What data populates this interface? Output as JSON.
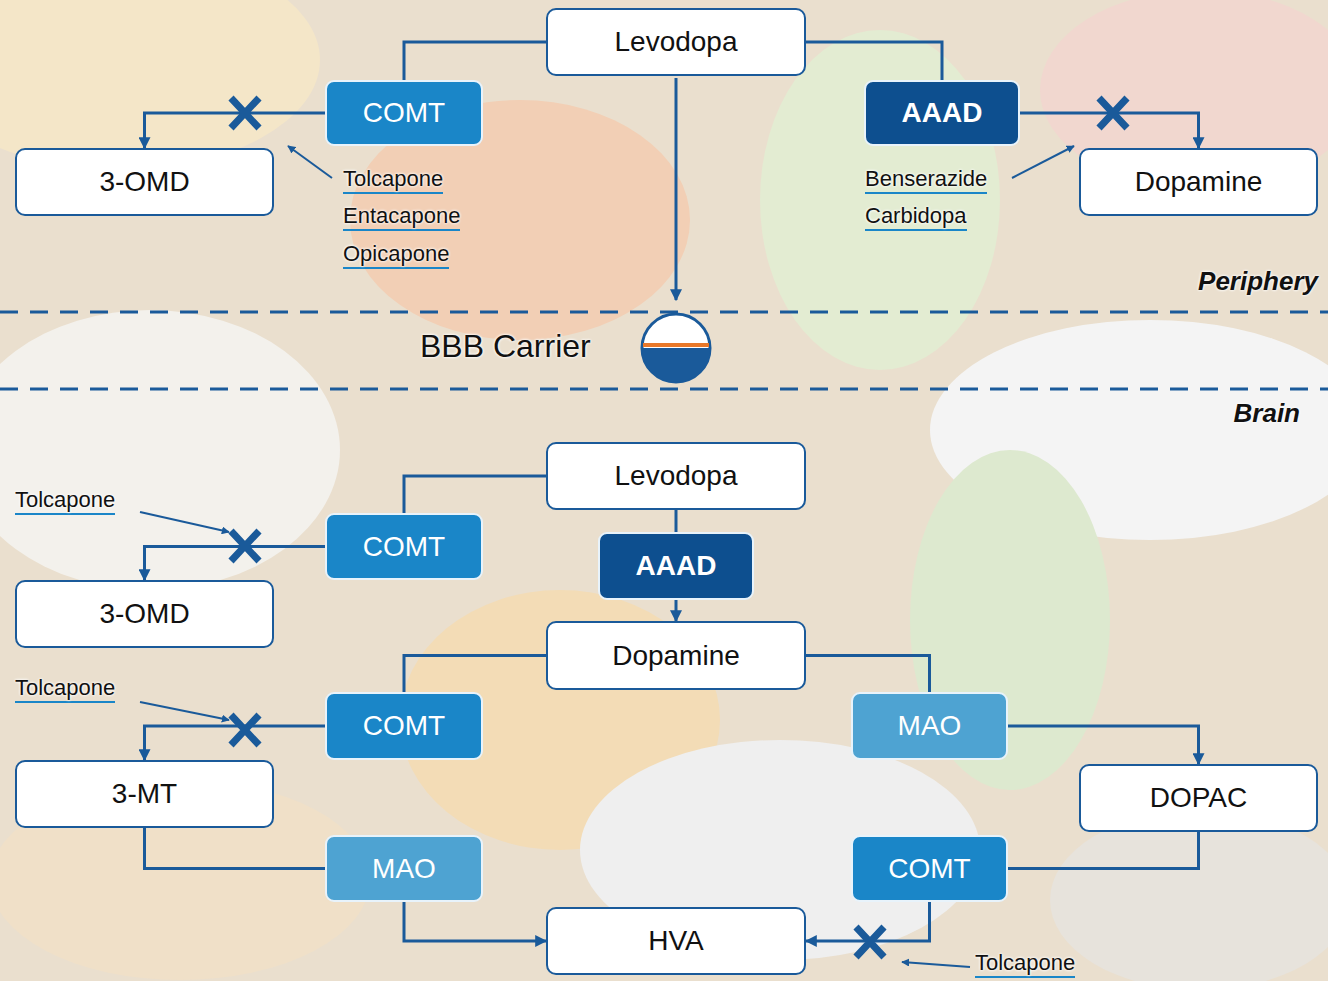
{
  "diagram": {
    "nodes": [
      {
        "text": [
          "Levodopa"
        ]
      },
      {
        "text": [
          "COMT"
        ]
      },
      {
        "text": [
          "AAAD"
        ]
      },
      {
        "text": [
          "3-OMD"
        ]
      },
      {
        "text": [
          "Dopamine"
        ]
      },
      {
        "text": [
          "Levodopa"
        ]
      },
      {
        "text": [
          "COMT"
        ]
      },
      {
        "text": [
          "AAAD"
        ]
      },
      {
        "text": [
          "3-OMD"
        ]
      },
      {
        "text": [
          "Dopamine"
        ]
      },
      {
        "text": [
          "COMT"
        ]
      },
      {
        "text": [
          "MAO"
        ]
      },
      {
        "text": [
          "3-MT"
        ]
      },
      {
        "text": [
          "DOPAC"
        ]
      },
      {
        "text": [
          "MAO"
        ]
      },
      {
        "text": [
          "COMT"
        ]
      },
      {
        "text": [
          "HVA"
        ]
      }
    ],
    "edges": [
      {
        "from": 0,
        "to": 1,
        "arrow": "none"
      },
      {
        "from": 1,
        "to": 3,
        "arrow": "to"
      },
      {
        "from": 0,
        "to": 2,
        "arrow": "none"
      },
      {
        "from": 2,
        "to": 4,
        "arrow": "to"
      },
      {
        "from": 5,
        "to": 6,
        "arrow": "none"
      },
      {
        "from": 6,
        "to": 8,
        "arrow": "to"
      },
      {
        "from": 5,
        "to": 7,
        "arrow": "none"
      },
      {
        "from": 7,
        "to": 9,
        "arrow": "to"
      },
      {
        "from": 9,
        "to": 10,
        "arrow": "none"
      },
      {
        "from": 10,
        "to": 12,
        "arrow": "to"
      },
      {
        "from": 9,
        "to": 11,
        "arrow": "none"
      },
      {
        "from": 11,
        "to": 13,
        "arrow": "to"
      },
      {
        "from": 12,
        "to": 14,
        "arrow": "none"
      },
      {
        "from": 14,
        "to": 16,
        "arrow": "to"
      },
      {
        "from": 13,
        "to": 15,
        "arrow": "none"
      },
      {
        "from": 15,
        "to": 16,
        "arrow": "to"
      }
    ],
    "labels": [
      "Tolcapone",
      "Entacapone",
      "Opicapone",
      "Benserazide",
      "Carbidopa",
      "Periphery",
      "BBB Carrier",
      "Brain",
      "Tolcapone",
      "Tolcapone",
      "Tolcapone"
    ]
  }
}
